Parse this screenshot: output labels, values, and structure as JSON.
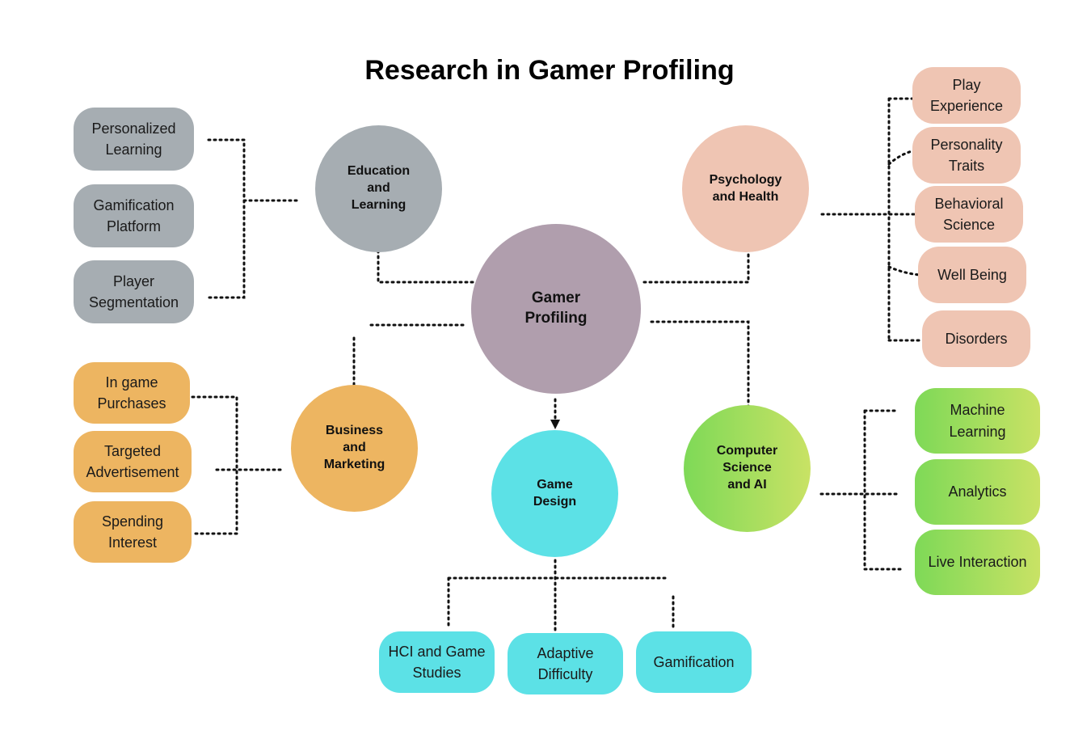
{
  "title": "Research in Gamer Profiling",
  "colors": {
    "gray": "#a6adb2",
    "peach": "#efc5b3",
    "orange": "#edb561",
    "cyan": "#5ce1e6",
    "purple": "#b09ead",
    "green_start": "#7ed957",
    "green_end": "#c9e265",
    "connector": "#111111"
  },
  "center": {
    "label": "Gamer\nProfiling"
  },
  "education": {
    "label": "Education\nand\nLearning",
    "items": [
      "Personalized\nLearning",
      "Gamification\nPlatform",
      "Player\nSegmentation"
    ]
  },
  "psychology": {
    "label": "Psychology\nand Health",
    "items": [
      "Play\nExperience",
      "Personality\nTraits",
      "Behavioral\nScience",
      "Well Being",
      "Disorders"
    ]
  },
  "business": {
    "label": "Business\nand\nMarketing",
    "items": [
      "In game\nPurchases",
      "Targeted\nAdvertisement",
      "Spending\nInterest"
    ]
  },
  "game_design": {
    "label": "Game\nDesign",
    "items": [
      "HCI and Game\nStudies",
      "Adaptive\nDifficulty",
      "Gamification"
    ]
  },
  "computer_science": {
    "label": "Computer\nScience\nand AI",
    "items": [
      "Machine\nLearning",
      "Analytics",
      "Live Interaction"
    ]
  }
}
